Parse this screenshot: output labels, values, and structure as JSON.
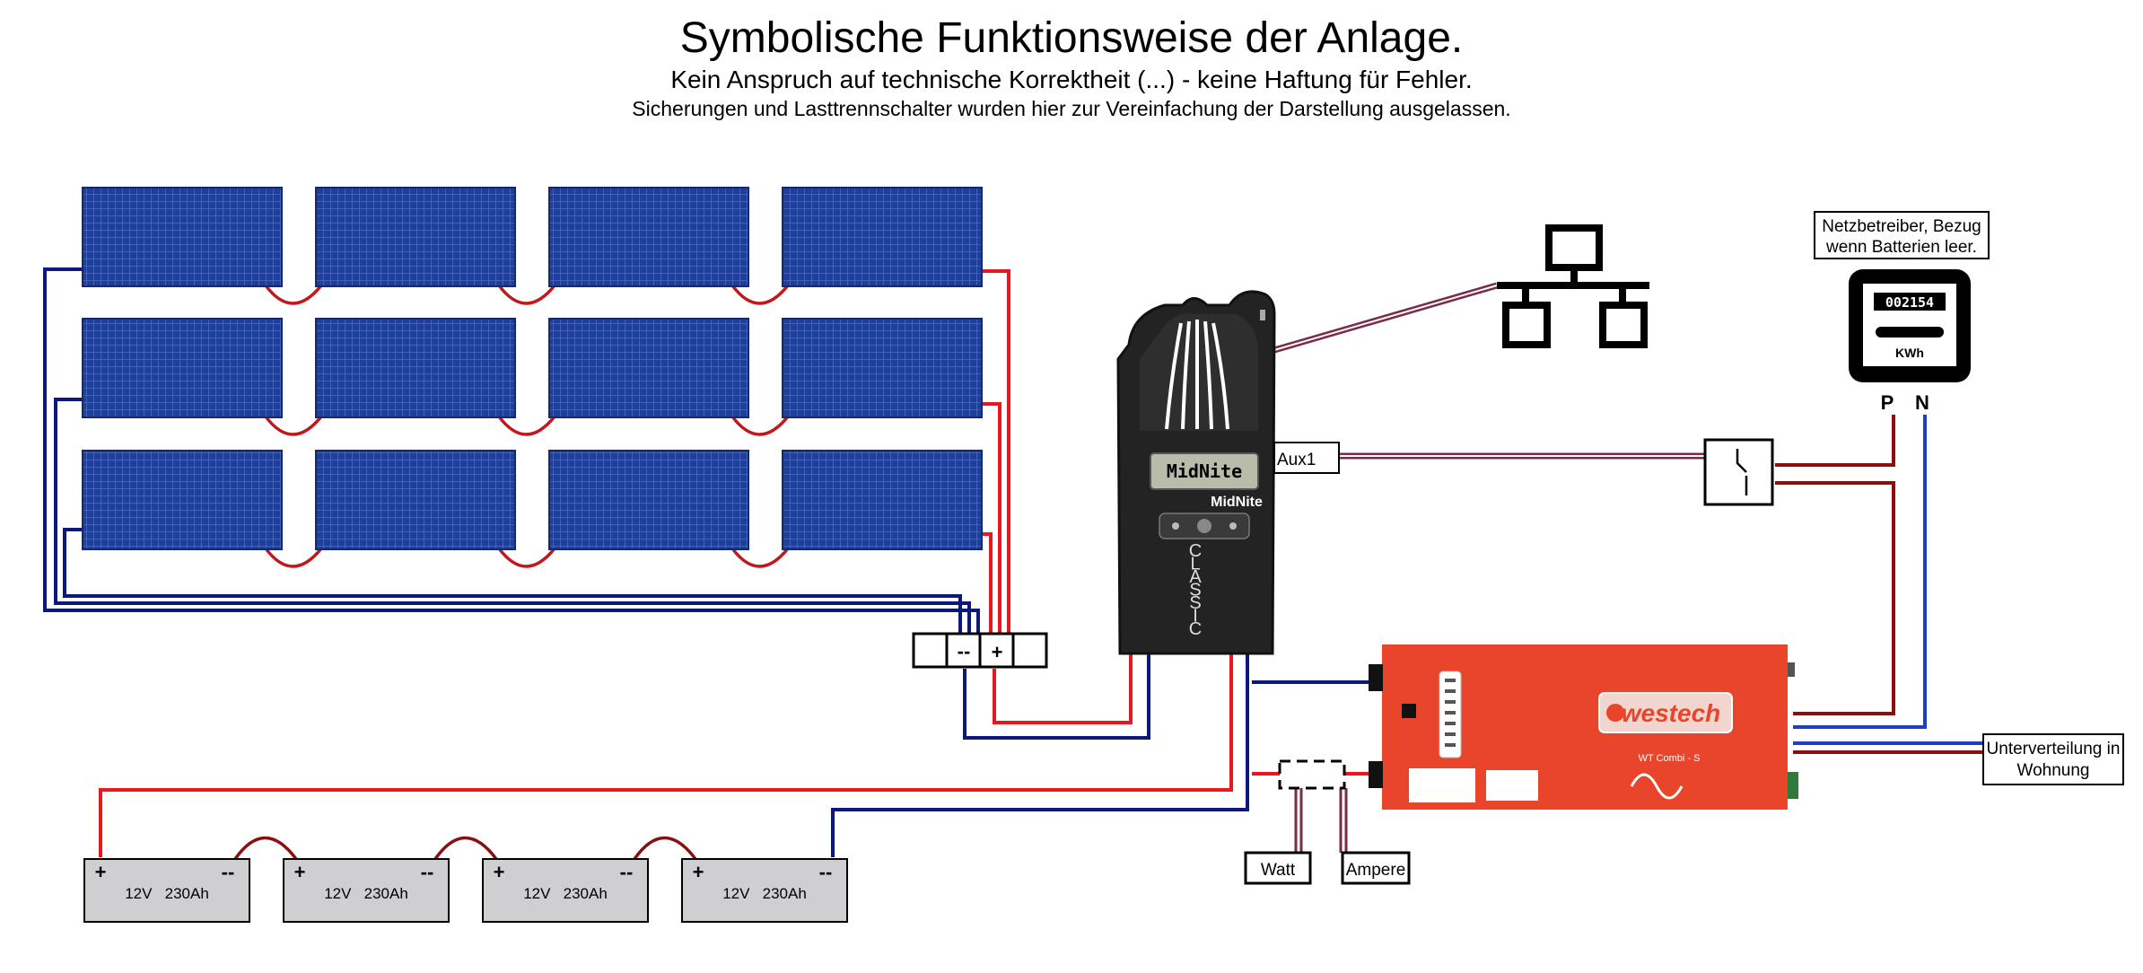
{
  "header": {
    "title": "Symbolische Funktionsweise der Anlage.",
    "subtitle": "Kein Anspruch auf technische Korrektheit (...) - keine Haftung für Fehler.",
    "note": "Sicherungen und Lasttrennschalter wurden hier zur Vereinfachung der Darstellung ausgelassen."
  },
  "combiner": {
    "minus": "--",
    "plus": "+"
  },
  "controller": {
    "brand": "MidNite",
    "model": "CLASSIC",
    "aux_label": "Aux1"
  },
  "meter": {
    "label_line1": "Netzbetreiber, Bezug",
    "label_line2": "wenn Batterien leer.",
    "reading": "002154",
    "unit": "KWh",
    "phase": "P",
    "neutral": "N"
  },
  "inverter": {
    "brand": "westech",
    "model": "WT Combi - S"
  },
  "measure": {
    "watt": "Watt",
    "ampere": "Ampere"
  },
  "distribution": {
    "line1": "Unterverteilung in",
    "line2": "Wohnung"
  },
  "batteries": [
    {
      "label": "12V   230Ah",
      "plus": "+",
      "minus": "--"
    },
    {
      "label": "12V   230Ah",
      "plus": "+",
      "minus": "--"
    },
    {
      "label": "12V   230Ah",
      "plus": "+",
      "minus": "--"
    },
    {
      "label": "12V   230Ah",
      "plus": "+",
      "minus": "--"
    }
  ],
  "colors": {
    "panel": "#1f3f9a",
    "panel_grid": "#5577cc",
    "wire_red": "#e8181e",
    "wire_blue": "#0b1a7a",
    "wire_darkred": "#8a1010",
    "wire_ac_blue": "#1d3fc0",
    "wire_network": "#7a2b4a",
    "controller": "#232323",
    "inverter": "#e8452a",
    "battery": "#cfcfd2"
  }
}
